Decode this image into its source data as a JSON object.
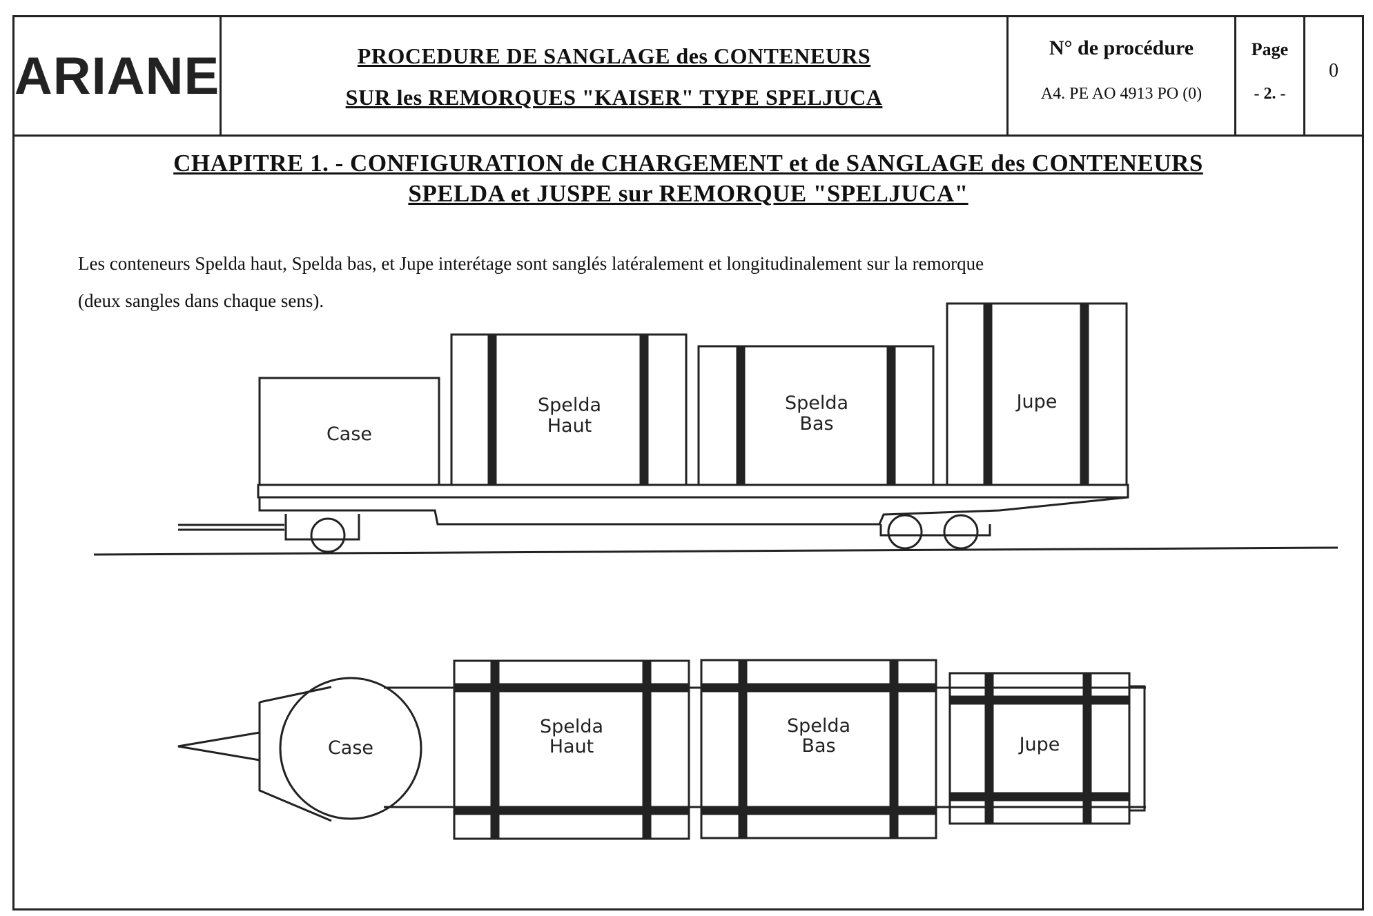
{
  "header": {
    "logo": "ARIANE",
    "title_line1": "PROCEDURE DE SANGLAGE des CONTENEURS",
    "title_line2": "SUR les REMORQUES \"KAISER\" TYPE SPELJUCA",
    "procedure_label": "N° de procédure",
    "procedure_number": "A4. PE AO 4913 PO (0)",
    "page_label": "Page",
    "page_number": "- 2. -",
    "revision": "0"
  },
  "chapter": {
    "line1": "CHAPITRE 1. - CONFIGURATION de CHARGEMENT et de SANGLAGE des CONTENEURS",
    "line2": "SPELDA et JUSPE sur REMORQUE \"SPELJUCA\""
  },
  "intro": {
    "line1": "Les conteneurs Spelda haut, Spelda bas, et Jupe interétage sont sanglés latéralement et longitudinalement sur la remorque",
    "line2": "(deux sangles dans chaque sens)."
  },
  "side_view": {
    "case": "Case",
    "spelda_haut_1": "Spelda",
    "spelda_haut_2": "Haut",
    "spelda_bas_1": "Spelda",
    "spelda_bas_2": "Bas",
    "jupe": "Jupe"
  },
  "top_view": {
    "case": "Case",
    "spelda_haut_1": "Spelda",
    "spelda_haut_2": "Haut",
    "spelda_bas_1": "Spelda",
    "spelda_bas_2": "Bas",
    "jupe": "Jupe"
  }
}
